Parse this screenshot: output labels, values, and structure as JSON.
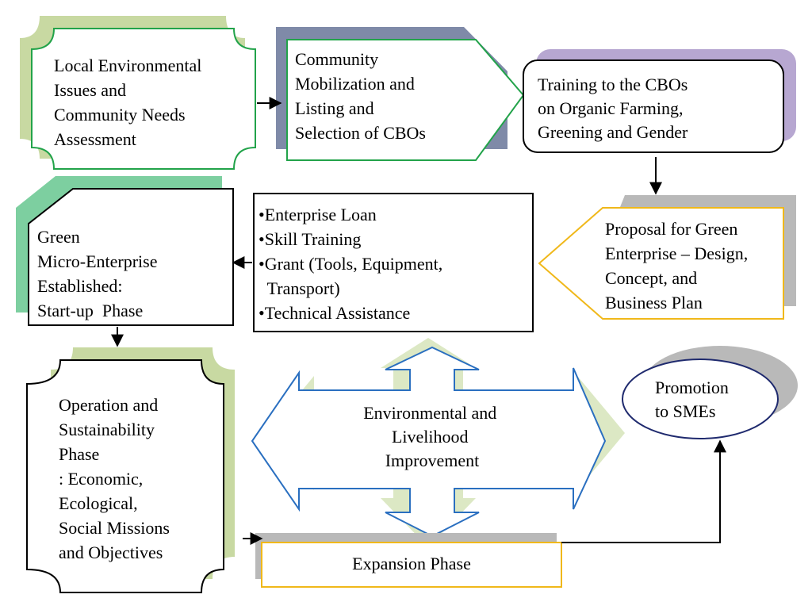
{
  "colors": {
    "green_border": "#22a34a",
    "green_shadow": "#c8d9a2",
    "mint_shadow": "#7dcfa0",
    "slate_shadow": "#7f8aa8",
    "lavender_shadow": "#b7a7d1",
    "gray_shadow": "#b9b9b9",
    "yellow_border": "#f0b81a",
    "blue_arrow": "#2a6fc0",
    "navy_border": "#1f2a6e",
    "black": "#000000"
  },
  "nodes": {
    "assessment": {
      "lines": [
        "Local Environmental",
        "Issues and",
        "Community Needs",
        "Assessment"
      ]
    },
    "mobilization": {
      "lines": [
        "Community",
        "Mobilization and",
        "Listing and",
        "Selection of CBOs"
      ]
    },
    "training": {
      "lines": [
        "Training to the CBOs",
        "on Organic Farming,",
        "Greening and Gender"
      ]
    },
    "proposal": {
      "lines": [
        "Proposal for Green",
        "Enterprise – Design,",
        "Concept, and",
        "Business Plan"
      ]
    },
    "support": {
      "lines": [
        "•Enterprise Loan",
        "•Skill Training",
        "•Grant (Tools, Equipment,",
        "  Transport)",
        "•Technical Assistance"
      ]
    },
    "startup": {
      "lines": [
        "Green",
        "Micro-Enterprise",
        "Established:",
        "Start-up  Phase"
      ]
    },
    "operation": {
      "lines": [
        "Operation and",
        "Sustainability",
        "Phase",
        ": Economic,",
        "Ecological,",
        "Social Missions",
        "and Objectives"
      ]
    },
    "improvement": {
      "lines": [
        "Environmental and",
        "Livelihood",
        "Improvement"
      ]
    },
    "promotion": {
      "lines": [
        "Promotion",
        "to SMEs"
      ]
    },
    "expansion": {
      "lines": [
        "Expansion Phase"
      ]
    }
  }
}
